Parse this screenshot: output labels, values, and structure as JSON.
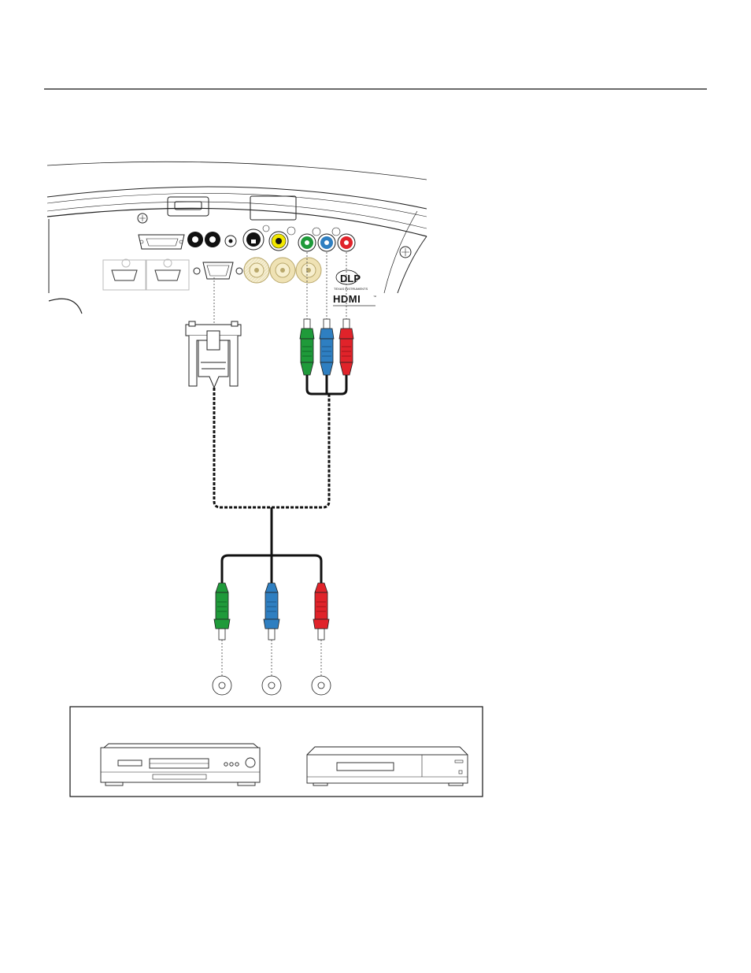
{
  "header": {
    "rule_color": "#111111"
  },
  "logos": {
    "dlp_text": "DLP",
    "dlp_subtext": "TEXAS INSTRUMENTS",
    "hdmi_text": "HDMI",
    "hdmi_tm": "™"
  },
  "colors": {
    "green_plug": "#1f9a3a",
    "blue_plug": "#2f7fc1",
    "red_plug": "#e0232a",
    "yellow_jack": "#f2e800",
    "bnc_tan": "#efe2b4",
    "cable": "#111111",
    "outline": "#222222"
  },
  "icons": {
    "vga_connector": "vga-plug-icon",
    "component_plugs": "rca-plug-icon",
    "source_devices": [
      "dvd-player-icon",
      "vcr-icon"
    ],
    "jacks": "rca-jack-icon"
  },
  "cables": {
    "to_projector": [
      "vga",
      "component"
    ],
    "to_source": [
      "green",
      "blue",
      "red"
    ]
  }
}
